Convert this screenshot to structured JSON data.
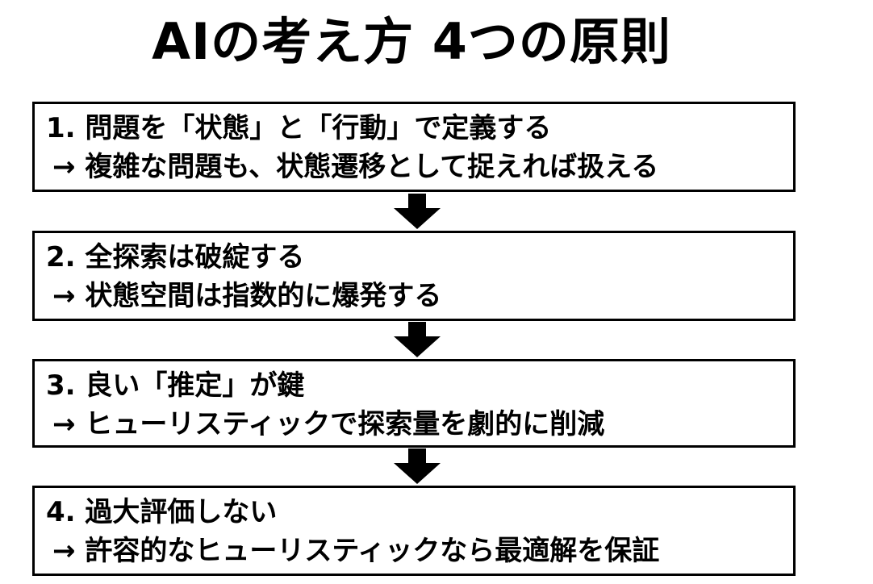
{
  "title": "AIの考え方 4つの原則",
  "principles": [
    {
      "heading": "1. 問題を「状態」と「行動」で定義する",
      "detail": "→ 複雑な問題も、状態遷移として捉えれば扱える"
    },
    {
      "heading": "2. 全探索は破綻する",
      "detail": "→ 状態空間は指数的に爆発する"
    },
    {
      "heading": "3. 良い「推定」が鍵",
      "detail": "→ ヒューリスティックで探索量を劇的に削減"
    },
    {
      "heading": "4. 過大評価しない",
      "detail": "→ 許容的なヒューリスティックなら最適解を保証"
    }
  ]
}
